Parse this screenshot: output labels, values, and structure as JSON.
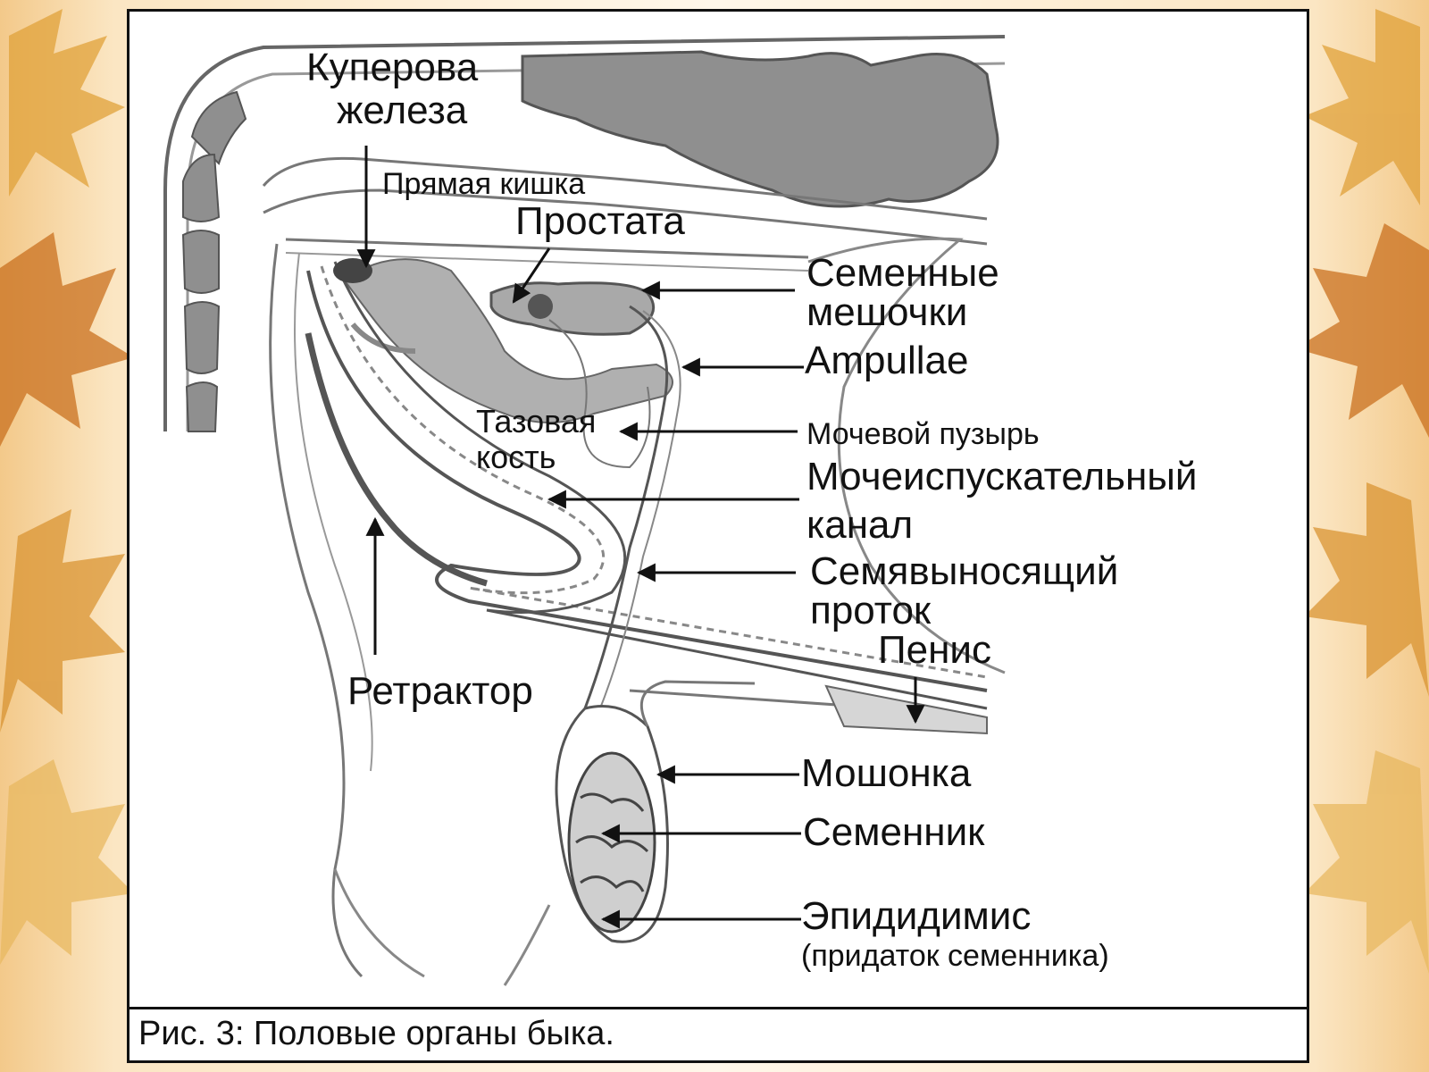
{
  "labels": {
    "cowper_gland_1": "Куперова",
    "cowper_gland_2": "железа",
    "rectum": "Прямая кишка",
    "prostate": "Простата",
    "seminal_vesicles_1": "Семенные",
    "seminal_vesicles_2": "мешочки",
    "ampullae": "Ampullae",
    "pelvic_bone_1": "Тазовая",
    "pelvic_bone_2": "кость",
    "bladder": "Мочевой пузырь",
    "urethra_1": "Мочеиспускательный",
    "urethra_2": "канал",
    "vas_deferens_1": "Семявыносящий",
    "vas_deferens_2": "проток",
    "penis": "Пенис",
    "retractor": "Ретрактор",
    "scrotum": "Мошонка",
    "testis": "Семенник",
    "epididymis_1": "Эпидидимис",
    "epididymis_2": "(придаток семенника)"
  },
  "caption": "Рис. 3:  Половые органы быка.",
  "colors": {
    "ink": "#111111",
    "tissue_gray": "#8f8f8f",
    "light_gray": "#c8c8c8",
    "background_warm": "#fbe6c3"
  }
}
